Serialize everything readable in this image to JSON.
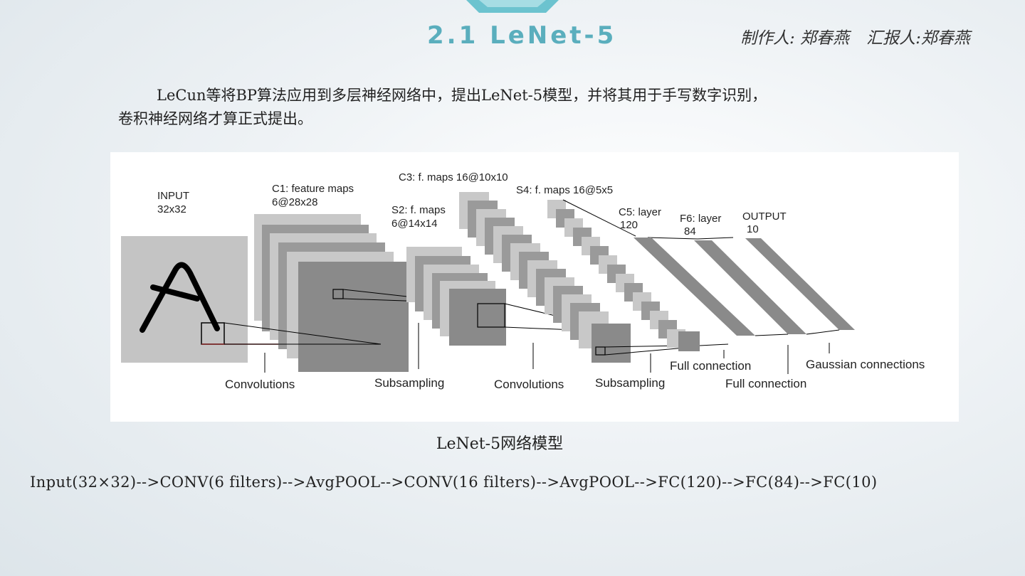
{
  "slide": {
    "title": "2.1 LeNet-5",
    "author": "制作人: 郑春燕",
    "reporter": "汇报人:郑春燕",
    "intro_line1": "LeCun等将BP算法应用到多层神经网络中，提出LeNet-5模型，并将其用于手写数字识别，",
    "intro_line2": "卷积神经网络才算正式提出。",
    "caption": "LeNet-5网络模型",
    "pipeline": "Input(32×32)-->CONV(6 filters)-->AvgPOOL-->CONV(16 filters)-->AvgPOOL-->FC(120)-->FC(84)-->FC(10)",
    "accent_color": "#5aaebd"
  },
  "diagram": {
    "layers": {
      "input": {
        "line1": "INPUT",
        "line2": "32x32"
      },
      "c1": {
        "line1": "C1: feature maps",
        "line2": "6@28x28"
      },
      "s2": {
        "line1": "S2: f. maps",
        "line2": "6@14x14"
      },
      "c3": {
        "line1": "C3: f. maps 16@10x10"
      },
      "s4": {
        "line1": "S4: f. maps 16@5x5"
      },
      "c5": {
        "line1": "C5: layer",
        "line2": "120"
      },
      "f6": {
        "line1": "F6: layer",
        "line2": "84"
      },
      "output": {
        "line1": "OUTPUT",
        "line2": "10"
      }
    },
    "operations": {
      "conv1": "Convolutions",
      "sub1": "Subsampling",
      "conv2": "Convolutions",
      "sub2": "Subsampling",
      "full1": "Full connection",
      "full2": "Full connection",
      "gauss": "Gaussian connections"
    }
  }
}
